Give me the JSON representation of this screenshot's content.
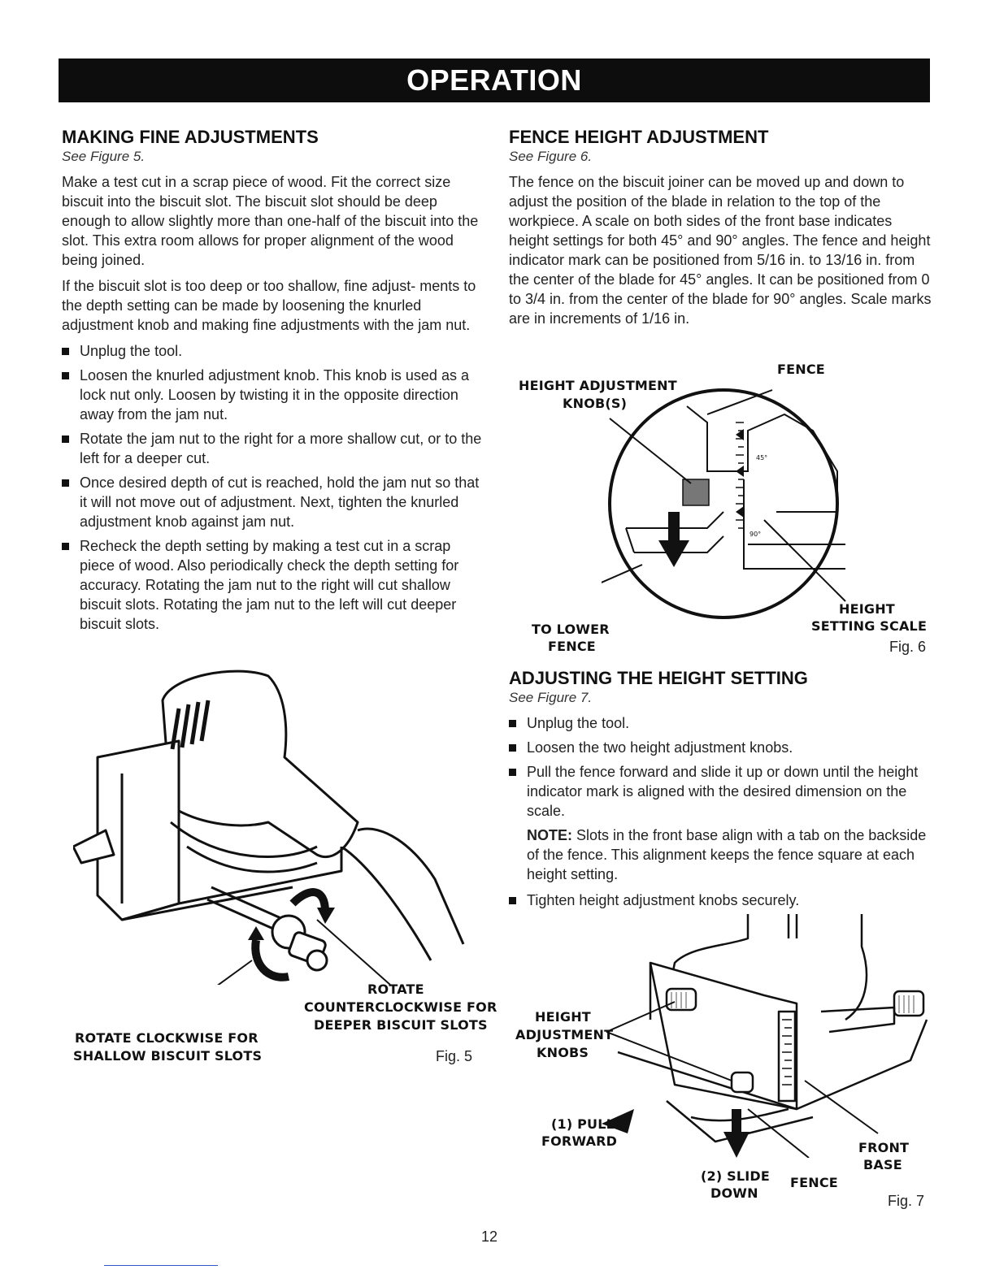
{
  "header": {
    "title": "OPERATION"
  },
  "left": {
    "heading": "MAKING FINE ADJUSTMENTS",
    "see_figure": "See Figure 5.",
    "paragraphs": [
      "Make a test cut in a scrap piece of wood. Fit the correct size biscuit into the biscuit slot. The biscuit slot should be deep enough to allow slightly more than one-half of the biscuit into the slot. This extra room allows for proper alignment of the wood being joined.",
      "If the biscuit slot is too deep or too shallow, fine adjust- ments to the depth setting can be made by loosening the knurled adjustment knob and making fine adjustments with the jam nut."
    ],
    "bullets": [
      "Unplug the tool.",
      "Loosen the knurled adjustment knob. This knob is used as a lock nut only. Loosen by twisting it in the opposite direction away from the jam nut.",
      "Rotate the jam nut to the right for a more shallow cut, or to the left for a deeper cut.",
      "Once desired depth of cut is reached, hold the jam nut so that it will not move out of adjustment. Next, tighten the knurled adjustment knob against jam nut.",
      "Recheck the depth setting by making a test cut in a scrap piece of wood. Also periodically check the depth setting for accuracy. Rotating the jam nut to the right will cut shallow biscuit slots. Rotating the jam nut to the left will cut deeper biscuit slots."
    ],
    "fig5": {
      "label_ccw_1": "ROTATE",
      "label_ccw_2": "COUNTERCLOCKWISE FOR",
      "label_ccw_3": "DEEPER BISCUIT SLOTS",
      "label_cw_1": "ROTATE CLOCKWISE FOR",
      "label_cw_2": "SHALLOW BISCUIT SLOTS",
      "caption": "Fig. 5"
    }
  },
  "right": {
    "fence": {
      "heading": "FENCE HEIGHT ADJUSTMENT",
      "see_figure": "See Figure 6.",
      "paragraph": "The fence on the biscuit joiner can be moved up and down to adjust the position of the blade in relation to the top of the workpiece. A scale on both sides of the front base indicates height settings for both 45° and 90° angles. The fence and height indicator mark can be positioned from 5/16 in. to 13/16 in. from the center of the blade for 45° angles. It can be positioned from 0 to 3/4 in. from the center of the blade for 90° angles. Scale marks are in increments of 1/16 in."
    },
    "fig6": {
      "label_fence": "FENCE",
      "label_knob_1": "HEIGHT ADJUSTMENT",
      "label_knob_2": "KNOB(S)",
      "label_lower_1": "TO LOWER",
      "label_lower_2": "FENCE",
      "label_scale_1": "HEIGHT",
      "label_scale_2": "SETTING SCALE",
      "scale_45": "45°",
      "scale_90": "90°",
      "caption": "Fig. 6"
    },
    "height": {
      "heading": "ADJUSTING THE HEIGHT SETTING",
      "see_figure": "See Figure 7.",
      "bullets": [
        "Unplug the tool.",
        "Loosen the two height adjustment knobs.",
        "Pull the fence forward and slide it up or down until the height indicator mark is aligned with the desired dimension on the scale."
      ],
      "note_label": "NOTE:",
      "note_text": " Slots in the front base align with a tab on the backside of the fence. This alignment keeps the fence square at each height setting.",
      "last_bullet": "Tighten height adjustment knobs securely."
    },
    "fig7": {
      "label_knobs_1": "HEIGHT",
      "label_knobs_2": "ADJUSTMENT",
      "label_knobs_3": "KNOBS",
      "label_pull_1": "(1) PULL",
      "label_pull_2": "FORWARD",
      "label_slide_1": "(2) SLIDE",
      "label_slide_2": "DOWN",
      "label_fence": "FENCE",
      "label_base_1": "FRONT",
      "label_base_2": "BASE",
      "caption": "Fig. 7"
    }
  },
  "footer": {
    "page_number": "12"
  }
}
